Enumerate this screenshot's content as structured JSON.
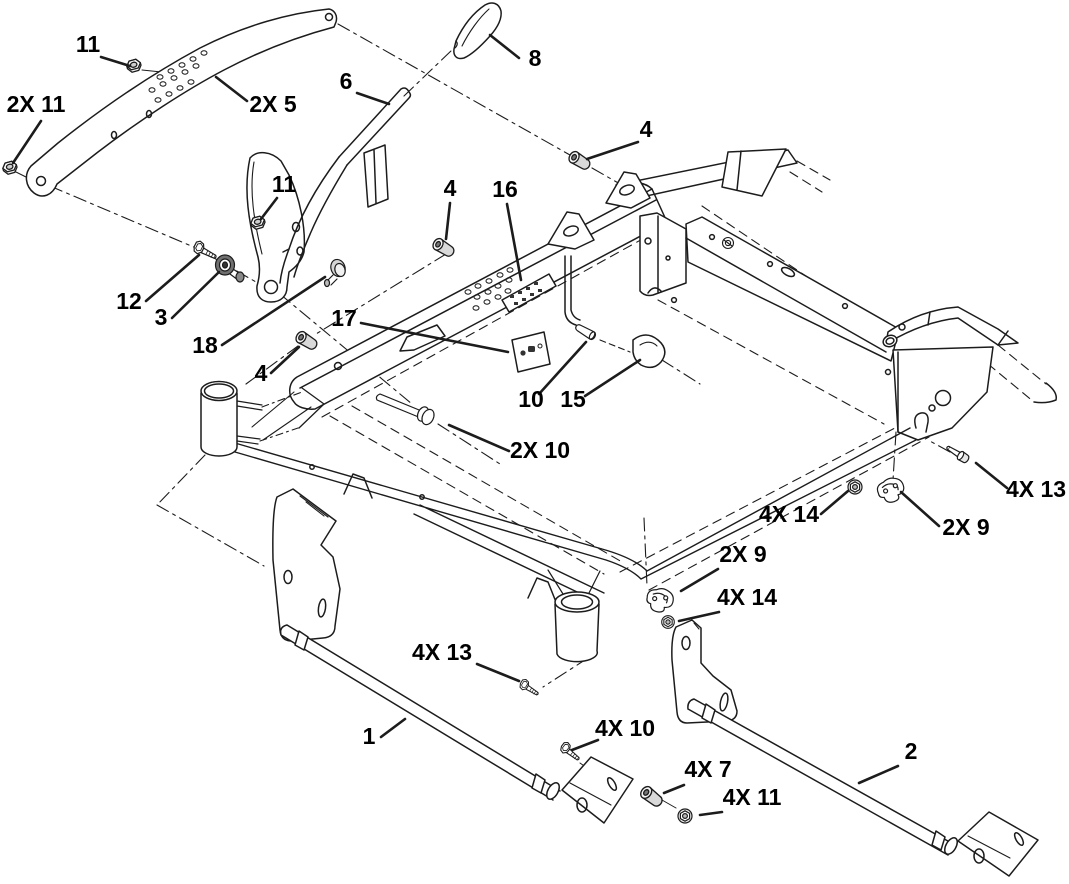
{
  "diagram": {
    "type": "exploded-parts-diagram",
    "background": "#ffffff",
    "ink": "#1c1c1c",
    "label_color": "#000000",
    "callouts": [
      {
        "label": "11"
      },
      {
        "label": "2X 11"
      },
      {
        "label": "2X 5"
      },
      {
        "label": "6"
      },
      {
        "label": "8"
      },
      {
        "label": "4"
      },
      {
        "label": "4"
      },
      {
        "label": "16"
      },
      {
        "label": "11"
      },
      {
        "label": "12"
      },
      {
        "label": "3"
      },
      {
        "label": "18"
      },
      {
        "label": "17"
      },
      {
        "label": "4"
      },
      {
        "label": "10"
      },
      {
        "label": "15"
      },
      {
        "label": "2X 10"
      },
      {
        "label": "4X 13"
      },
      {
        "label": "4X 14"
      },
      {
        "label": "2X 9"
      },
      {
        "label": "2X 9"
      },
      {
        "label": "4X 14"
      },
      {
        "label": "4X 13"
      },
      {
        "label": "4X 10"
      },
      {
        "label": "1"
      },
      {
        "label": "4X 7"
      },
      {
        "label": "4X 11"
      },
      {
        "label": "2"
      }
    ]
  }
}
